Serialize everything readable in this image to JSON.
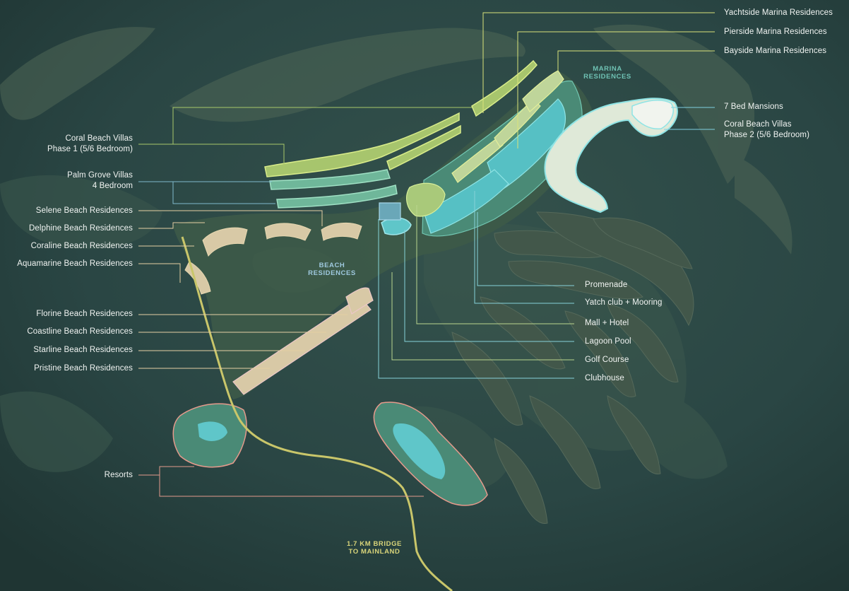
{
  "colors": {
    "sea": "#2a4644",
    "sea_dark": "#1e3432",
    "sandbar": "#5b6e5e",
    "island": "#3e5b4a",
    "lagoon": "#5fc6c9",
    "bridge": "#c9c66a",
    "text": "#f1f4f2",
    "accent_marina": "#6fc2b4",
    "accent_beach": "#9fc9df"
  },
  "zones": {
    "marina": "MARINA\nRESIDENCES",
    "beach": "BEACH\nRESIDENCES",
    "bridge": "1.7 KM BRIDGE\nTO MAINLAND"
  },
  "labels": {
    "yachtside": "Yachtside Marina Residences",
    "pierside": "Pierside Marina Residences",
    "bayside": "Bayside Marina Residences",
    "mansions": "7 Bed Mansions",
    "coral_phase2": "Coral Beach Villas\nPhase 2 (5/6 Bedroom)",
    "coral_phase1": "Coral Beach Villas\nPhase 1 (5/6 Bedroom)",
    "palm_grove": "Palm Grove Villas\n4 Bedroom",
    "selene": "Selene Beach Residences",
    "delphine": "Delphine Beach Residences",
    "coraline": "Coraline Beach Residences",
    "aquamarine": "Aquamarine Beach Residences",
    "florine": "Florine Beach Residences",
    "coastline": "Coastline Beach Residences",
    "starline": "Starline Beach Residences",
    "pristine": "Pristine Beach Residences",
    "resorts": "Resorts",
    "promenade": "Promenade",
    "yacht_club": "Yatch club + Mooring",
    "mall": "Mall + Hotel",
    "lagoon_pool": "Lagoon Pool",
    "golf": "Golf Course",
    "clubhouse": "Clubhouse"
  }
}
